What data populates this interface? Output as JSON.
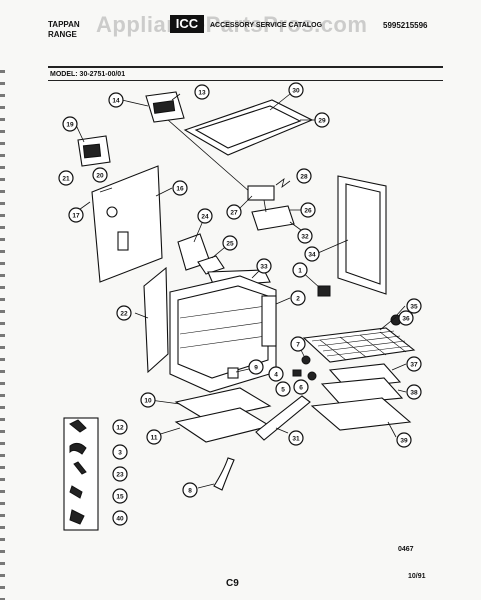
{
  "header": {
    "brand_line1": "TAPPAN",
    "brand_line2": "RANGE",
    "logo": "ICC",
    "title": "ACCESSORY SERVICE CATALOG",
    "doc_number": "5995215596",
    "watermark": "AppliancePartsPros.com"
  },
  "model": "MODEL: 30-2751-00/01",
  "callouts": [
    "1",
    "2",
    "3",
    "4",
    "5",
    "6",
    "7",
    "8",
    "9",
    "10",
    "11",
    "12",
    "13",
    "14",
    "15",
    "16",
    "17",
    "19",
    "20",
    "21",
    "22",
    "23",
    "24",
    "25",
    "26",
    "27",
    "28",
    "29",
    "30",
    "31",
    "32",
    "33",
    "34",
    "35",
    "36",
    "37",
    "38",
    "39",
    "40"
  ],
  "footer": {
    "code": "0467",
    "page": "C9",
    "date": "10/91"
  }
}
